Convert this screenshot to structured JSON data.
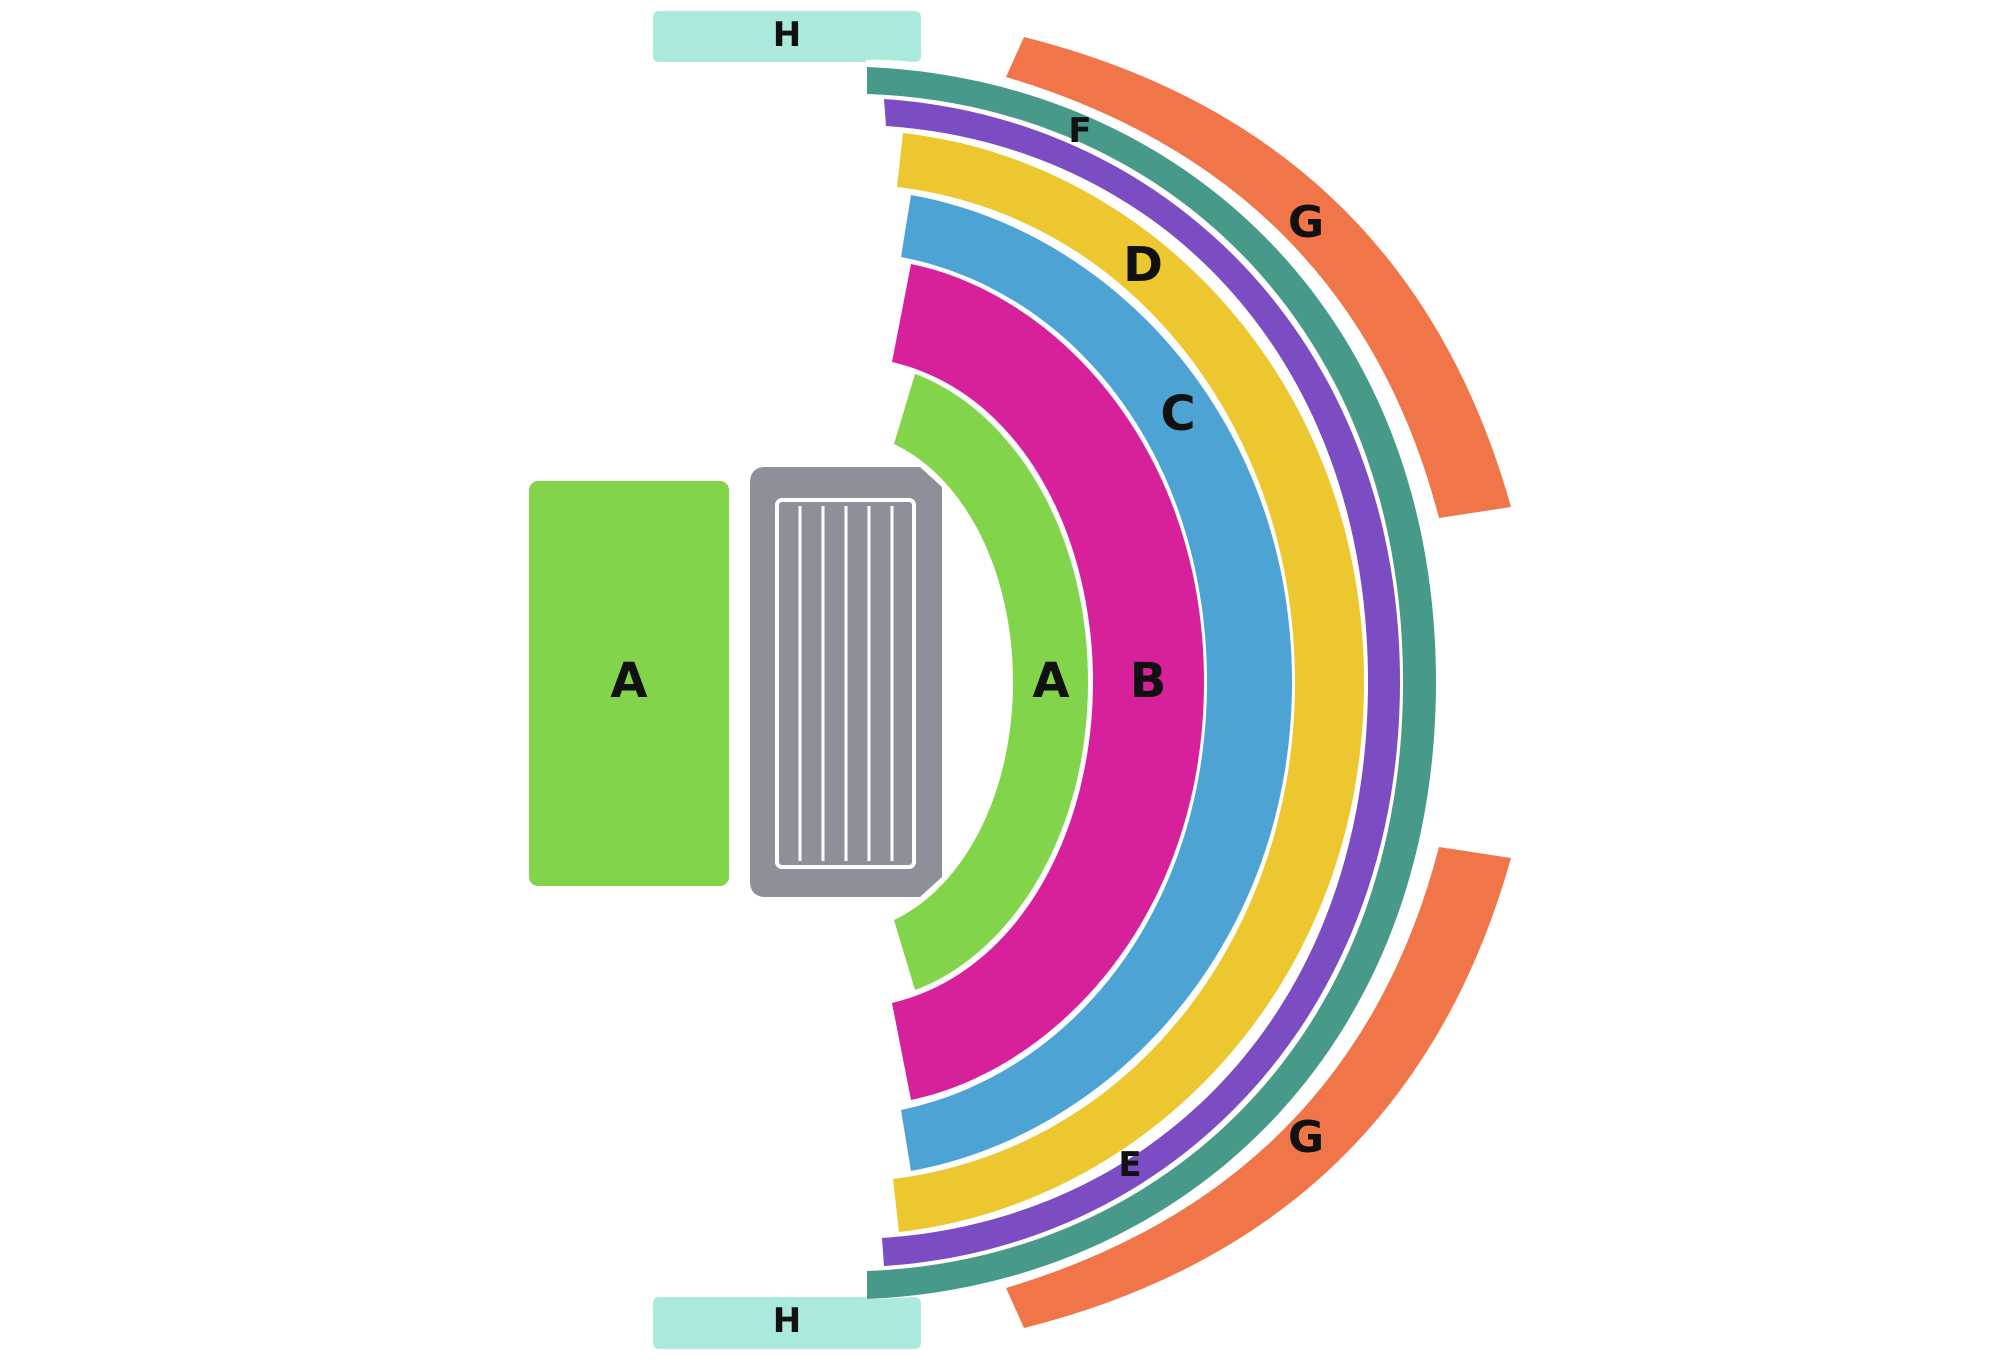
{
  "colors": {
    "A": "#82d44a",
    "B": "#d6219a",
    "C": "#4ca3d4",
    "D": "#ecc72f",
    "E": "#7b4cc2",
    "F": "#47998a",
    "G": "#f0764a",
    "H": "#ace9dd",
    "stage": "#8c9098",
    "background": "#ffffff"
  },
  "labels": {
    "a_left": "A",
    "a_arc": "A",
    "b": "B",
    "c": "C",
    "d": "D",
    "e": "E",
    "f": "F",
    "g_top": "G",
    "g_bottom": "G",
    "h_top": "H",
    "h_bottom": "H"
  }
}
